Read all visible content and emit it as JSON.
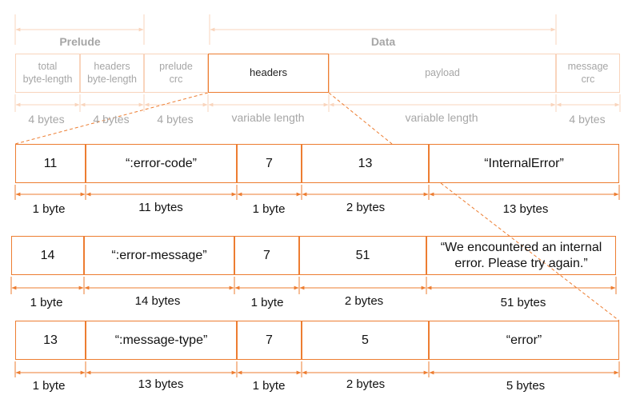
{
  "colors": {
    "accent": "#ed7d31",
    "accent_pale": "#f9d4bc",
    "text_pale": "#a6a6a6",
    "text_dark": "#111111"
  },
  "groups": {
    "prelude": "Prelude",
    "data": "Data"
  },
  "message_fields": [
    {
      "label": "total\nbyte-length",
      "size": "4 bytes"
    },
    {
      "label": "headers\nbyte-length",
      "size": "4 bytes"
    },
    {
      "label": "prelude\ncrc",
      "size": "4 bytes"
    },
    {
      "label": "headers",
      "size": "variable length"
    },
    {
      "label": "payload",
      "size": "variable length"
    },
    {
      "label": "message\ncrc",
      "size": "4 bytes"
    }
  ],
  "header_rows": [
    {
      "cells": [
        "11",
        "“:error-code”",
        "7",
        "13",
        "“InternalError”"
      ],
      "sizes": [
        "1 byte",
        "11 bytes",
        "1 byte",
        "2 bytes",
        "13 bytes"
      ]
    },
    {
      "cells": [
        "14",
        "“:error-message”",
        "7",
        "51",
        "“We encountered an internal error. Please try again.”"
      ],
      "sizes": [
        "1 byte",
        "14 bytes",
        "1 byte",
        "2 bytes",
        "51 bytes"
      ]
    },
    {
      "cells": [
        "13",
        "“:message-type”",
        "7",
        "5",
        "“error”"
      ],
      "sizes": [
        "1 byte",
        "13 bytes",
        "1 byte",
        "2 bytes",
        "5 bytes"
      ]
    }
  ]
}
